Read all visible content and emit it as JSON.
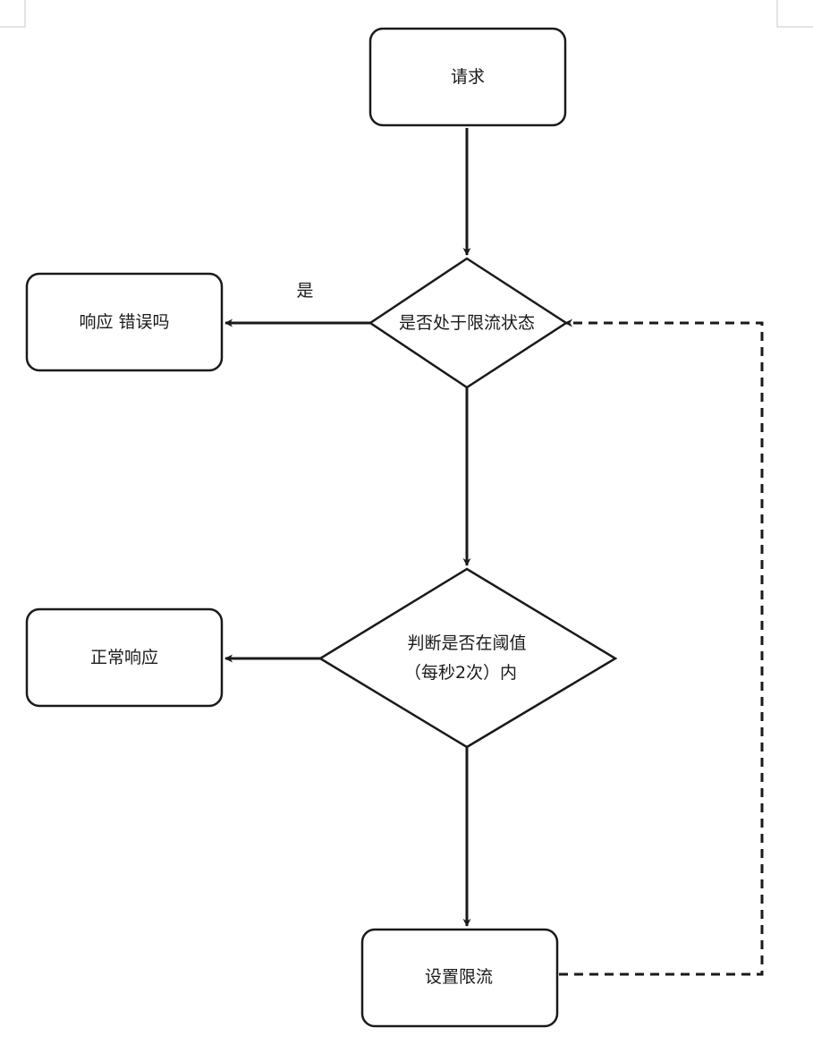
{
  "diagram": {
    "type": "flowchart",
    "nodes": {
      "request": "请求",
      "check_limited": "是否处于限流状态",
      "respond_error": "响应 错误吗",
      "check_threshold": {
        "line1": "判断是否在阈值",
        "line2": "（每秒2次）内"
      },
      "normal_response": "正常响应",
      "set_limit": "设置限流"
    },
    "edge_labels": {
      "yes": "是"
    },
    "colors": {
      "stroke": "#1a1a1a",
      "fill": "#ffffff",
      "text": "#1a1a1a"
    }
  }
}
